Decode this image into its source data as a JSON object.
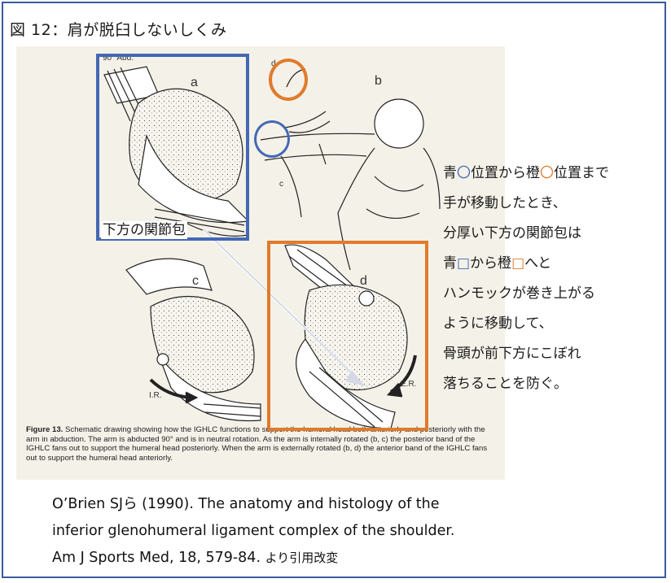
{
  "figure_title": "図 12：肩が脱臼しないしくみ",
  "figure": {
    "panel_labels": {
      "a": "a",
      "b": "b",
      "c": "c",
      "d": "d"
    },
    "annotations": {
      "abd": "90° Abd.",
      "ir": "I.R.",
      "er": "E.R.",
      "b_d": "d",
      "b_c": "c"
    },
    "caption_bold": "Figure 13.",
    "caption_text": "Schematic drawing showing how the IGHLC functions to support the humeral head both anteriorly and posteriorly with the arm in abduction. The arm is abducted 90° and is in neutral rotation. As the arm is internally rotated (b, c) the posterior band of the IGHLC fans out to support the humeral head posteriorly. When the arm is externally rotated (b, d) the anterior band of the IGHLC fans out to support the humeral head anteriorly."
  },
  "overlay_label": "下方の関節包",
  "description": {
    "l1_a": "青",
    "l1_blue_circle": "〇",
    "l1_b": "位置から橙",
    "l1_orange_circle": "〇",
    "l1_c": "位置まで",
    "l2": "手が移動したとき、",
    "l3": "分厚い下方の関節包は",
    "l4_a": "青",
    "l4_blue_square": "□",
    "l4_b": "から橙",
    "l4_orange_square": "□",
    "l4_c": "へと",
    "l5": "ハンモックが巻き上がる",
    "l6": "ように移動して、",
    "l7": "骨頭が前下方にこぼれ",
    "l8": "落ちることを防ぐ。"
  },
  "reference": {
    "line1": "O’Brien SJら (1990). The anatomy and histology of the",
    "line2": "inferior glenohumeral ligament complex of the shoulder.",
    "line3": "Am J Sports Med, 18, 579-84.",
    "line3_suffix": "より引用改変"
  },
  "colors": {
    "blue": "#4468b4",
    "orange": "#e07b2c",
    "frame": "#3a5a9e"
  }
}
